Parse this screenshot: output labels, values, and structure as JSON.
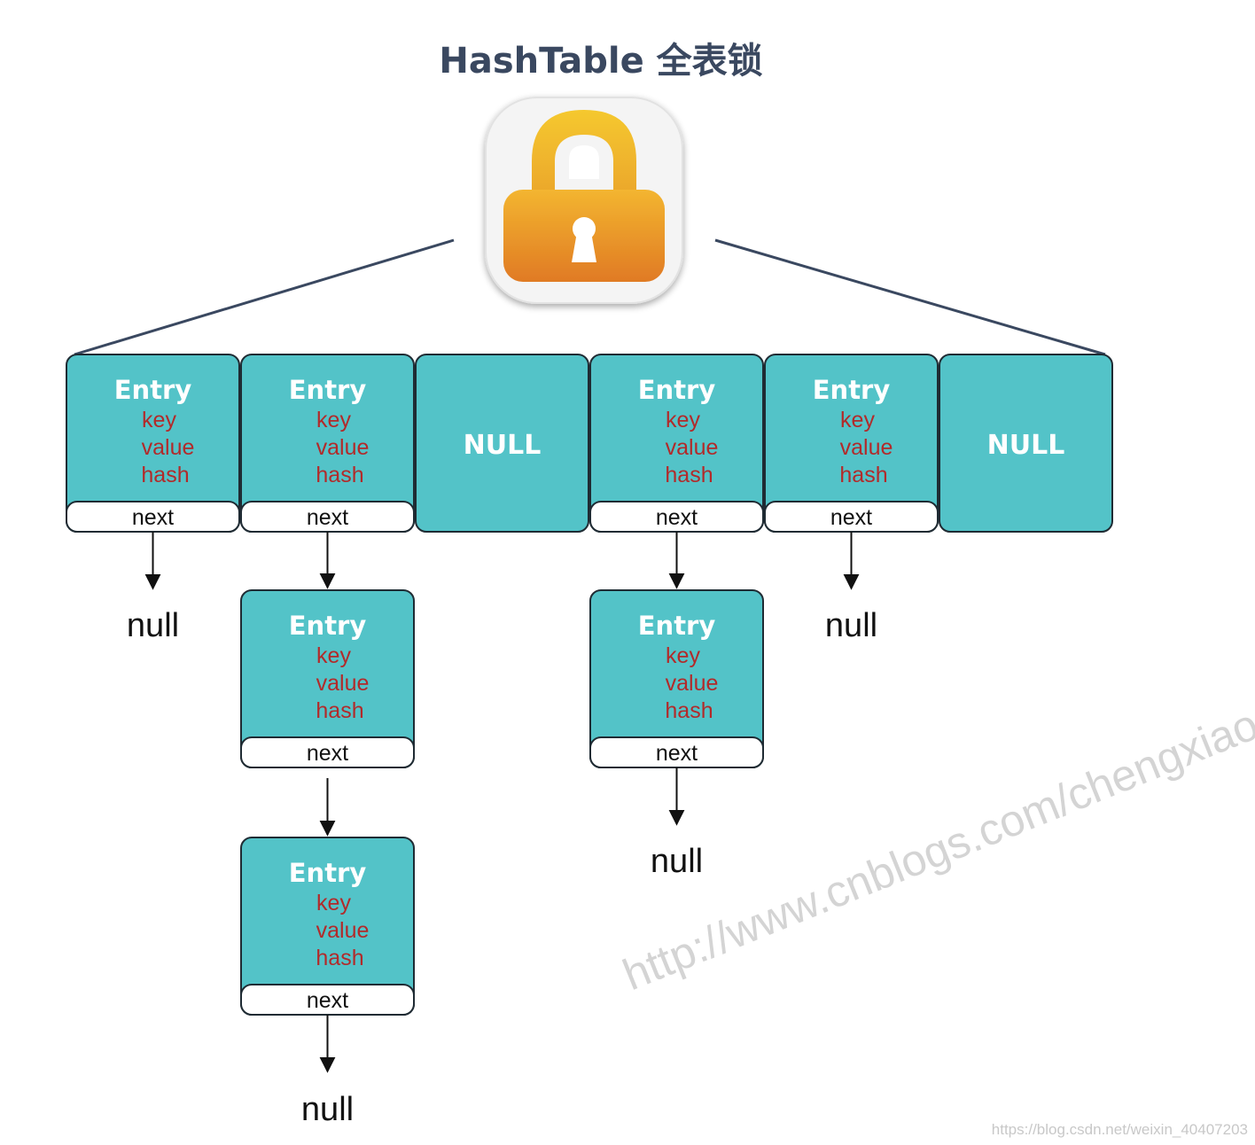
{
  "title": "HashTable 全表锁",
  "icons": {
    "lock": "padlock-icon"
  },
  "colors": {
    "box_fill": "#53c3c8",
    "box_stroke": "#1f2b33",
    "field_text": "#b22a2a",
    "line": "#3a4860",
    "lock_top": "#f3c22c",
    "lock_bottom": "#e07a24"
  },
  "entry": {
    "title": "Entry",
    "key": "key",
    "value": "value",
    "hash": "hash",
    "next": "next"
  },
  "null_bucket_label": "NULL",
  "null_text": "null",
  "watermark": "http://www.cnblogs.com/chengxiao",
  "source": "https://blog.csdn.net/weixin_40407203"
}
